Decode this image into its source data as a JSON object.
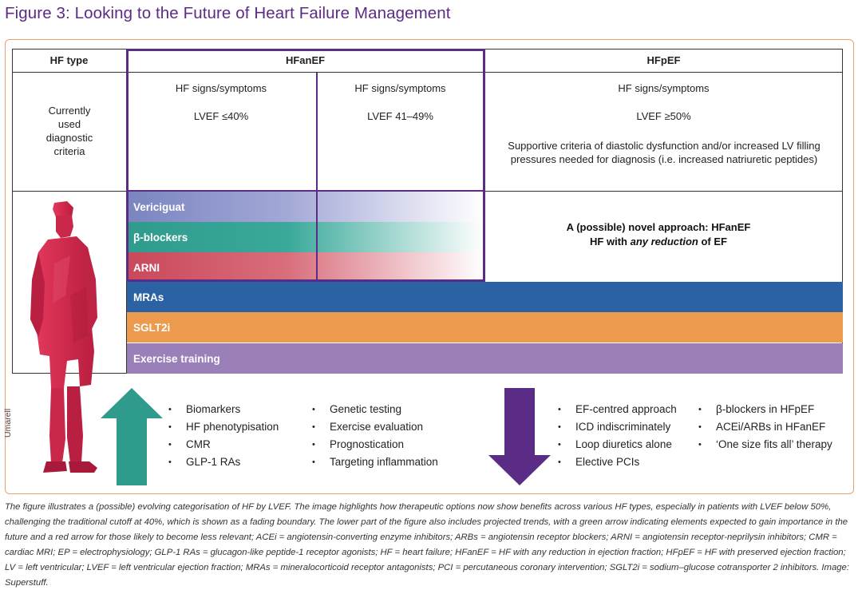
{
  "title": "Figure 3: Looking to the Future of Heart Failure Management",
  "table": {
    "header_hf_type": "HF type",
    "header_hfanef": "HFanEF",
    "header_hfpef": "HFpEF",
    "row_label": "Currently used diagnostic criteria",
    "col1": {
      "line1": "HF signs/symptoms",
      "line2": "LVEF ≤40%"
    },
    "col2": {
      "line1": "HF signs/symptoms",
      "line2": "LVEF 41–49%"
    },
    "col3": {
      "line1": "HF signs/symptoms",
      "line2": "LVEF ≥50%",
      "line3": "Supportive criteria of diastolic dysfunction and/or increased LV filling pressures needed for diagnosis (i.e. increased natriuretic peptides)"
    }
  },
  "therapies": {
    "vericiguat": "Vericiguat",
    "beta_blockers": "β-blockers",
    "arni": "ARNI",
    "mras": "MRAs",
    "sglt2i": "SGLT2i",
    "exercise": "Exercise training"
  },
  "novel_approach": {
    "line1": "A (possible) novel approach: HFanEF",
    "line2_prefix": "HF with ",
    "line2_emph": "any reduction",
    "line2_suffix": " of EF"
  },
  "gaining_importance": {
    "col1": [
      "Biomarkers",
      "HF phenotypisation",
      "CMR",
      "GLP-1 RAs"
    ],
    "col2": [
      "Genetic testing",
      "Exercise evaluation",
      "Prognostication",
      "Targeting inflammation"
    ]
  },
  "losing_relevance": {
    "col1": [
      "EF-centred approach",
      "ICD indiscriminately",
      "Loop diuretics alone",
      "Elective PCIs"
    ],
    "col2": [
      "β-blockers in HFpEF",
      "ACEi/ARBs in HFanEF",
      "‘One size fits all’ therapy"
    ]
  },
  "image_credit": "Umarell",
  "caption": "The figure illustrates a (possible) evolving categorisation of HF by LVEF. The image highlights how therapeutic options now show benefits across various HF types, especially in patients with LVEF below 50%, challenging the traditional cutoff at 40%, which is shown as a fading boundary. The lower part of the figure also includes projected trends, with a green arrow indicating elements expected to gain importance in the future and a red arrow for those likely to become less relevant; ACEi = angiotensin-converting enzyme inhibitors; ARBs = angiotensin receptor blockers; ARNI = angiotensin receptor-neprilysin inhibitors; CMR = cardiac MRI; EP = electrophysiology; GLP-1 RAs = glucagon-like peptide-1 receptor agonists; HF = heart failure; HFanEF = HF with any reduction in ejection fraction; HFpEF = HF with preserved ejection fraction; LV = left ventricular; LVEF = left ventricular ejection fraction; MRAs = mineralocorticoid receptor antagonists; PCI = percutaneous coronary intervention; SGLT2i = sodium–glucose cotransporter 2 inhibitors. Image: Superstuff.",
  "colors": {
    "title": "#5b2c86",
    "frame": "#e8a070",
    "vericiguat": "#7a84c0",
    "beta_blockers": "#2f9b8d",
    "arni": "#c9485b",
    "mras": "#2b62a3",
    "sglt2i": "#eb9a4e",
    "exercise": "#9a7fb8",
    "up_arrow": "#2f9b8d",
    "down_arrow": "#5b2c86",
    "figure": "#d02a4e"
  }
}
